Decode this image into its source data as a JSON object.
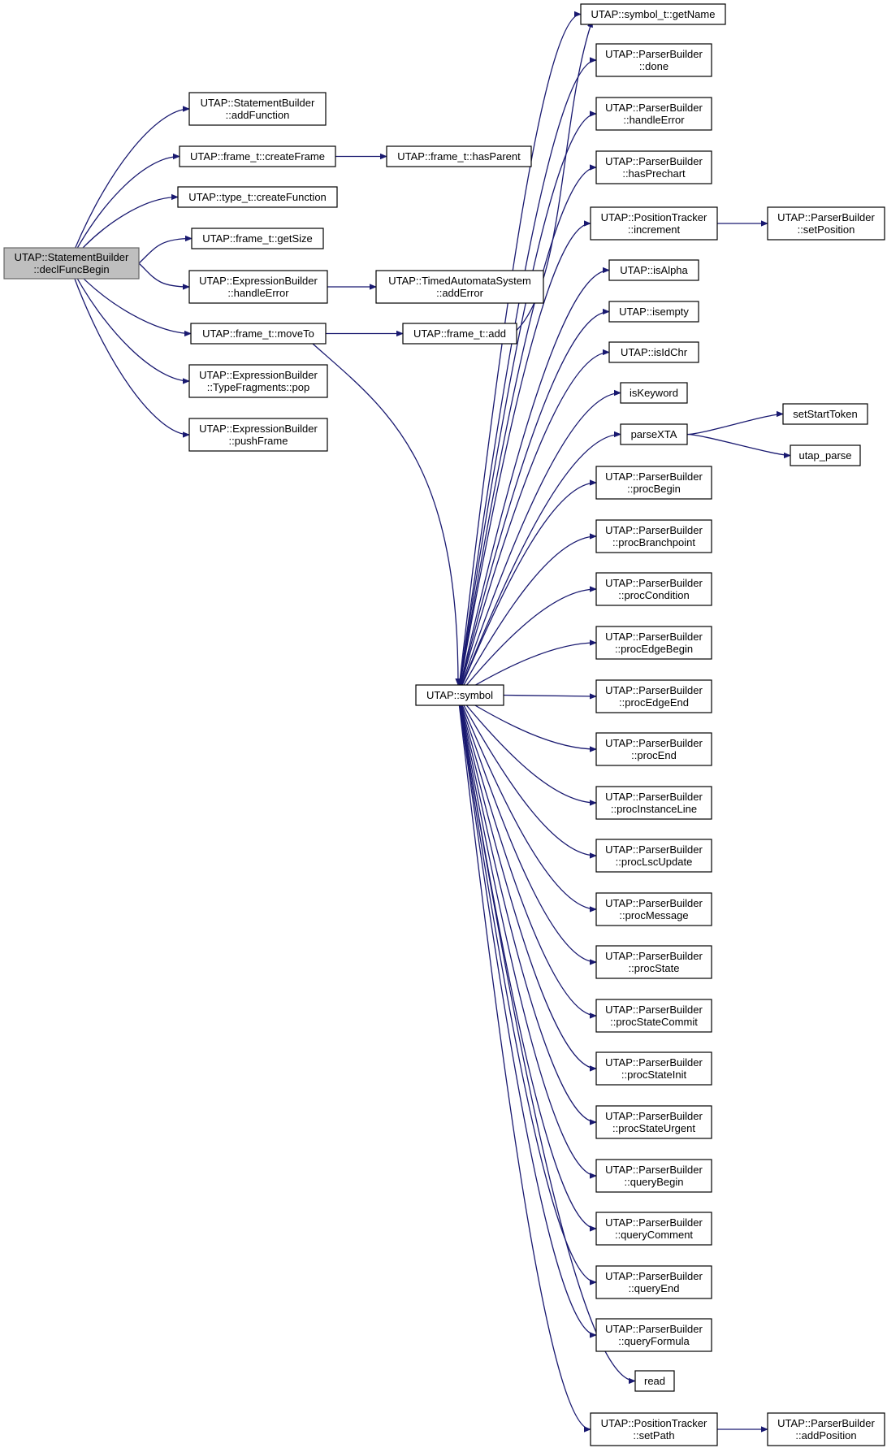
{
  "graph": {
    "nodes": [
      {
        "id": "root",
        "lines": [
          "UTAP::StatementBuilder",
          "::declFuncBegin"
        ],
        "selected": true
      },
      {
        "id": "sb_addFunction",
        "lines": [
          "UTAP::StatementBuilder",
          "::addFunction"
        ]
      },
      {
        "id": "createFrame",
        "lines": [
          "UTAP::frame_t::createFrame"
        ]
      },
      {
        "id": "hasParent",
        "lines": [
          "UTAP::frame_t::hasParent"
        ]
      },
      {
        "id": "createFunction",
        "lines": [
          "UTAP::type_t::createFunction"
        ]
      },
      {
        "id": "getSize",
        "lines": [
          "UTAP::frame_t::getSize"
        ]
      },
      {
        "id": "eb_handleError",
        "lines": [
          "UTAP::ExpressionBuilder",
          "::handleError"
        ]
      },
      {
        "id": "addError",
        "lines": [
          "UTAP::TimedAutomataSystem",
          "::addError"
        ]
      },
      {
        "id": "moveTo",
        "lines": [
          "UTAP::frame_t::moveTo"
        ]
      },
      {
        "id": "frame_add",
        "lines": [
          "UTAP::frame_t::add"
        ]
      },
      {
        "id": "tf_pop",
        "lines": [
          "UTAP::ExpressionBuilder",
          "::TypeFragments::pop"
        ]
      },
      {
        "id": "pushFrame",
        "lines": [
          "UTAP::ExpressionBuilder",
          "::pushFrame"
        ]
      },
      {
        "id": "symbol",
        "lines": [
          "UTAP::symbol"
        ]
      },
      {
        "id": "getName",
        "lines": [
          "UTAP::symbol_t::getName"
        ]
      },
      {
        "id": "pb_done",
        "lines": [
          "UTAP::ParserBuilder",
          "::done"
        ]
      },
      {
        "id": "pb_handleError",
        "lines": [
          "UTAP::ParserBuilder",
          "::handleError"
        ]
      },
      {
        "id": "hasPrechart",
        "lines": [
          "UTAP::ParserBuilder",
          "::hasPrechart"
        ]
      },
      {
        "id": "increment",
        "lines": [
          "UTAP::PositionTracker",
          "::increment"
        ]
      },
      {
        "id": "setPosition",
        "lines": [
          "UTAP::ParserBuilder",
          "::setPosition"
        ]
      },
      {
        "id": "isAlpha",
        "lines": [
          "UTAP::isAlpha"
        ]
      },
      {
        "id": "isempty",
        "lines": [
          "UTAP::isempty"
        ]
      },
      {
        "id": "isIdChr",
        "lines": [
          "UTAP::isIdChr"
        ]
      },
      {
        "id": "isKeyword",
        "lines": [
          "isKeyword"
        ]
      },
      {
        "id": "parseXTA",
        "lines": [
          "parseXTA"
        ]
      },
      {
        "id": "setStartToken",
        "lines": [
          "setStartToken"
        ]
      },
      {
        "id": "utap_parse",
        "lines": [
          "utap_parse"
        ]
      },
      {
        "id": "procBegin",
        "lines": [
          "UTAP::ParserBuilder",
          "::procBegin"
        ]
      },
      {
        "id": "procBranchpoint",
        "lines": [
          "UTAP::ParserBuilder",
          "::procBranchpoint"
        ]
      },
      {
        "id": "procCondition",
        "lines": [
          "UTAP::ParserBuilder",
          "::procCondition"
        ]
      },
      {
        "id": "procEdgeBegin",
        "lines": [
          "UTAP::ParserBuilder",
          "::procEdgeBegin"
        ]
      },
      {
        "id": "procEdgeEnd",
        "lines": [
          "UTAP::ParserBuilder",
          "::procEdgeEnd"
        ]
      },
      {
        "id": "procEnd",
        "lines": [
          "UTAP::ParserBuilder",
          "::procEnd"
        ]
      },
      {
        "id": "procInstanceLine",
        "lines": [
          "UTAP::ParserBuilder",
          "::procInstanceLine"
        ]
      },
      {
        "id": "procLscUpdate",
        "lines": [
          "UTAP::ParserBuilder",
          "::procLscUpdate"
        ]
      },
      {
        "id": "procMessage",
        "lines": [
          "UTAP::ParserBuilder",
          "::procMessage"
        ]
      },
      {
        "id": "procState",
        "lines": [
          "UTAP::ParserBuilder",
          "::procState"
        ]
      },
      {
        "id": "procStateCommit",
        "lines": [
          "UTAP::ParserBuilder",
          "::procStateCommit"
        ]
      },
      {
        "id": "procStateInit",
        "lines": [
          "UTAP::ParserBuilder",
          "::procStateInit"
        ]
      },
      {
        "id": "procStateUrgent",
        "lines": [
          "UTAP::ParserBuilder",
          "::procStateUrgent"
        ]
      },
      {
        "id": "queryBegin",
        "lines": [
          "UTAP::ParserBuilder",
          "::queryBegin"
        ]
      },
      {
        "id": "queryComment",
        "lines": [
          "UTAP::ParserBuilder",
          "::queryComment"
        ]
      },
      {
        "id": "queryEnd",
        "lines": [
          "UTAP::ParserBuilder",
          "::queryEnd"
        ]
      },
      {
        "id": "queryFormula",
        "lines": [
          "UTAP::ParserBuilder",
          "::queryFormula"
        ]
      },
      {
        "id": "read",
        "lines": [
          "read"
        ]
      },
      {
        "id": "setPath",
        "lines": [
          "UTAP::PositionTracker",
          "::setPath"
        ]
      },
      {
        "id": "addPosition",
        "lines": [
          "UTAP::ParserBuilder",
          "::addPosition"
        ]
      }
    ],
    "edges": [
      [
        "root",
        "sb_addFunction"
      ],
      [
        "root",
        "createFrame"
      ],
      [
        "root",
        "createFunction"
      ],
      [
        "root",
        "getSize"
      ],
      [
        "root",
        "eb_handleError"
      ],
      [
        "root",
        "moveTo"
      ],
      [
        "root",
        "tf_pop"
      ],
      [
        "root",
        "pushFrame"
      ],
      [
        "createFrame",
        "hasParent"
      ],
      [
        "eb_handleError",
        "addError"
      ],
      [
        "moveTo",
        "frame_add"
      ],
      [
        "moveTo",
        "symbol"
      ],
      [
        "frame_add",
        "getName"
      ],
      [
        "symbol",
        "getName"
      ],
      [
        "symbol",
        "pb_done"
      ],
      [
        "symbol",
        "pb_handleError"
      ],
      [
        "symbol",
        "hasPrechart"
      ],
      [
        "symbol",
        "increment"
      ],
      [
        "symbol",
        "isAlpha"
      ],
      [
        "symbol",
        "isempty"
      ],
      [
        "symbol",
        "isIdChr"
      ],
      [
        "symbol",
        "isKeyword"
      ],
      [
        "symbol",
        "parseXTA"
      ],
      [
        "symbol",
        "procBegin"
      ],
      [
        "symbol",
        "procBranchpoint"
      ],
      [
        "symbol",
        "procCondition"
      ],
      [
        "symbol",
        "procEdgeBegin"
      ],
      [
        "symbol",
        "procEdgeEnd"
      ],
      [
        "symbol",
        "procEnd"
      ],
      [
        "symbol",
        "procInstanceLine"
      ],
      [
        "symbol",
        "procLscUpdate"
      ],
      [
        "symbol",
        "procMessage"
      ],
      [
        "symbol",
        "procState"
      ],
      [
        "symbol",
        "procStateCommit"
      ],
      [
        "symbol",
        "procStateInit"
      ],
      [
        "symbol",
        "procStateUrgent"
      ],
      [
        "symbol",
        "queryBegin"
      ],
      [
        "symbol",
        "queryComment"
      ],
      [
        "symbol",
        "queryEnd"
      ],
      [
        "symbol",
        "queryFormula"
      ],
      [
        "symbol",
        "read"
      ],
      [
        "symbol",
        "setPath"
      ],
      [
        "increment",
        "setPosition"
      ],
      [
        "parseXTA",
        "setStartToken"
      ],
      [
        "parseXTA",
        "utap_parse"
      ],
      [
        "setPath",
        "addPosition"
      ]
    ]
  },
  "colors": {
    "edge": "#191970",
    "root_fill": "#bfbfbf",
    "node_fill": "#ffffff",
    "border": "#000000"
  }
}
